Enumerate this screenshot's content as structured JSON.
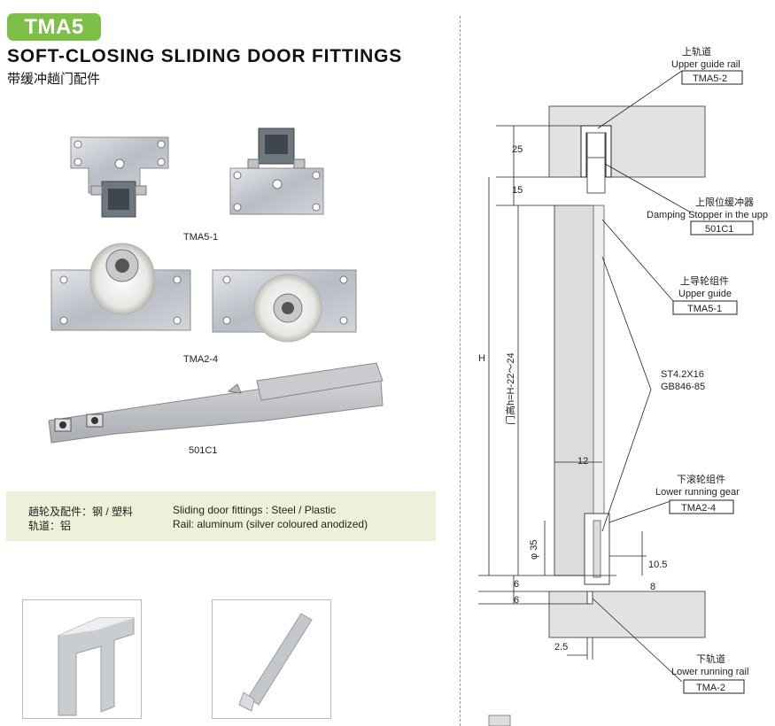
{
  "header": {
    "model": "TMA5",
    "title": "SOFT-CLOSING SLIDING DOOR FITTINGS",
    "subtitle": "带缓冲趟门配件"
  },
  "products": [
    {
      "code": "TMA5-1"
    },
    {
      "code": "TMA2-4"
    },
    {
      "code": "501C1"
    }
  ],
  "specs": {
    "fittings_cn": "趟轮及配件：钢 / 塑料",
    "rail_cn": "轨道：铝",
    "fittings_en": "Sliding door fittings : Steel / Plastic",
    "rail_en": "Rail: aluminum (silver coloured anodized)"
  },
  "diagram": {
    "callouts": [
      {
        "cn": "上轨道",
        "en": "Upper guide rail",
        "code": "TMA5-2"
      },
      {
        "cn": "上限位缓冲器",
        "en": "Damping Stopper in the upp",
        "code": "501C1"
      },
      {
        "cn": "上导轮组件",
        "en": "Upper guide",
        "code": "TMA5-1"
      },
      {
        "cn": "",
        "en": "ST4.2X16",
        "code": "GB846-85"
      },
      {
        "cn": "下滚轮组件",
        "en": "Lower running gear",
        "code": "TMA2-4"
      },
      {
        "cn": "下轨道",
        "en": "Lower running rail",
        "code": "TMA-2"
      }
    ],
    "dims": {
      "d25": "25",
      "d15": "15",
      "H": "H",
      "door_h": "门高h=H-22～24",
      "d12": "12",
      "phi35": "φ 35",
      "d10_5": "10.5",
      "d8": "8",
      "d6a": "6",
      "d6b": "6",
      "d2_5": "2.5"
    }
  },
  "colors": {
    "badge": "#7cc047",
    "spec_bg": "#ecf2d9"
  }
}
